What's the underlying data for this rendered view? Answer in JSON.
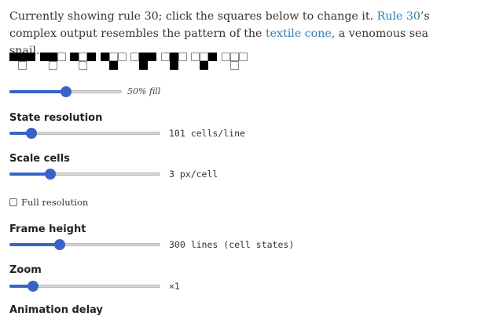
{
  "intro": {
    "part1": "Currently showing rule 30; click the squares below to change it. ",
    "link_rule": "Rule 30",
    "part2": "’s complex output resembles the pattern of the ",
    "link_textile": "textile cone",
    "part3": ", a venomous sea snail."
  },
  "rules": [
    {
      "top": [
        1,
        1,
        1
      ],
      "bottom": 0
    },
    {
      "top": [
        1,
        1,
        0
      ],
      "bottom": 0
    },
    {
      "top": [
        1,
        0,
        1
      ],
      "bottom": 0
    },
    {
      "top": [
        1,
        0,
        0
      ],
      "bottom": 1
    },
    {
      "top": [
        0,
        1,
        1
      ],
      "bottom": 1
    },
    {
      "top": [
        0,
        1,
        0
      ],
      "bottom": 1
    },
    {
      "top": [
        0,
        0,
        1
      ],
      "bottom": 1
    },
    {
      "top": [
        0,
        0,
        0
      ],
      "bottom": 0
    }
  ],
  "fill": {
    "value_pct": 50,
    "label": "50% fill"
  },
  "state_resolution": {
    "label": "State resolution",
    "value_pct": 12,
    "readout": "101 cells/line"
  },
  "scale_cells": {
    "label": "Scale cells",
    "value_pct": 25,
    "readout": "3 px/cell"
  },
  "full_resolution": {
    "label": "Full resolution",
    "checked": false
  },
  "frame_height": {
    "label": "Frame height",
    "value_pct": 32,
    "readout": "300 lines (cell states)"
  },
  "zoom": {
    "label": "Zoom",
    "value_pct": 13,
    "readout": "×1"
  },
  "animation_delay": {
    "label": "Animation delay"
  },
  "colors": {
    "accent": "#3a63c7",
    "link": "#2a7fb8"
  }
}
